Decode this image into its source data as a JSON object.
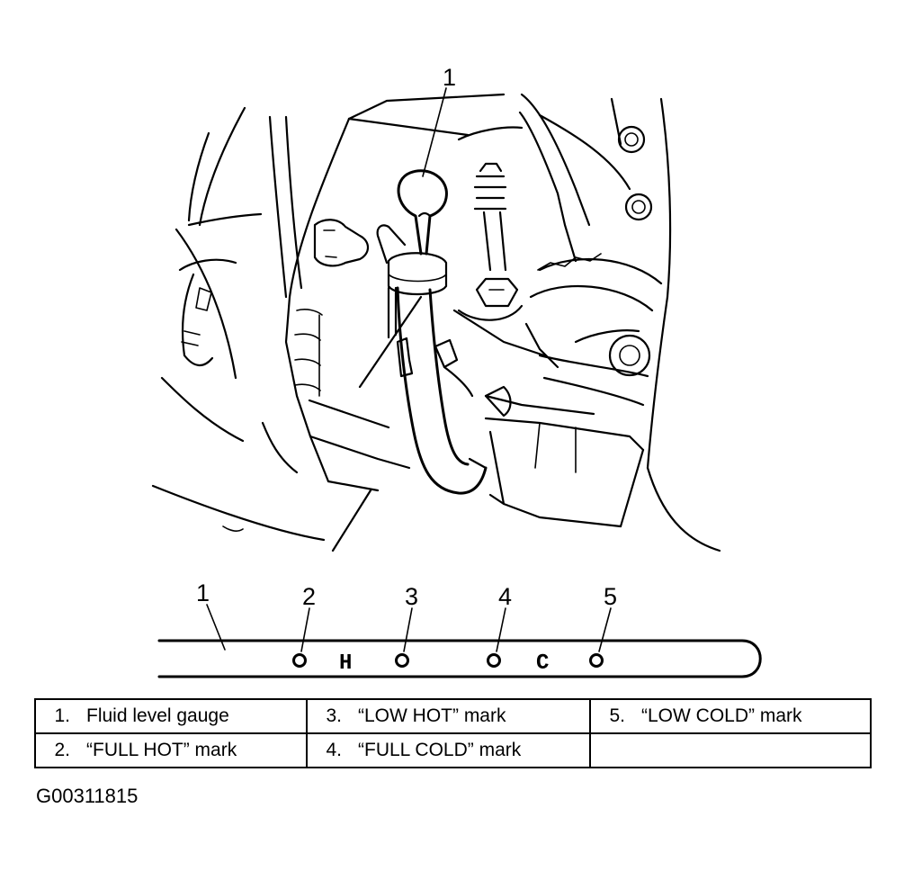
{
  "illustration": {
    "callout_top": "1"
  },
  "gauge": {
    "callouts": [
      "1",
      "2",
      "3",
      "4",
      "5"
    ],
    "letters": [
      "H",
      "C"
    ]
  },
  "legend": {
    "rows": [
      [
        {
          "num": "1.",
          "label": "Fluid level gauge"
        },
        {
          "num": "3.",
          "label": "“LOW HOT” mark"
        },
        {
          "num": "5.",
          "label": "“LOW COLD” mark"
        }
      ],
      [
        {
          "num": "2.",
          "label": "“FULL HOT” mark"
        },
        {
          "num": "4.",
          "label": "“FULL COLD” mark"
        },
        {
          "num": "",
          "label": ""
        }
      ]
    ]
  },
  "figure_code": "G00311815"
}
